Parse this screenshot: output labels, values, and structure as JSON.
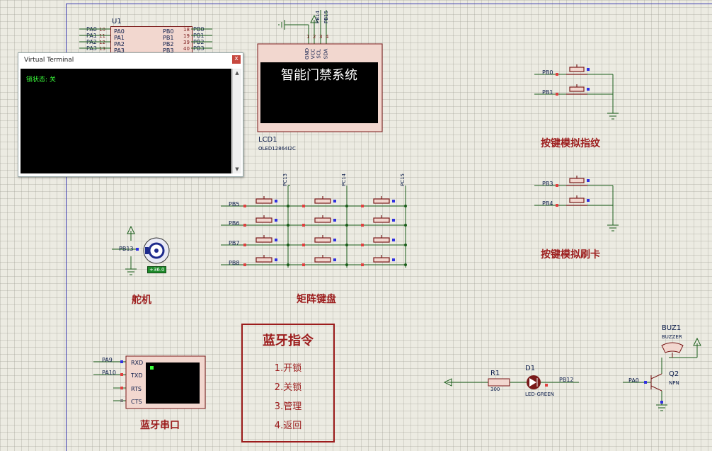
{
  "virtual_terminal": {
    "title": "Virtual Terminal",
    "close_glyph": "x",
    "content": "锁状态: 关"
  },
  "mcu": {
    "ref": "U1",
    "left_pins": [
      {
        "label": "PA0",
        "num": "10"
      },
      {
        "label": "PA1",
        "num": "11"
      },
      {
        "label": "PA2",
        "num": "12"
      },
      {
        "label": "PA3",
        "num": "13"
      }
    ],
    "inner_left": [
      "PA0",
      "PA1",
      "PA2",
      "PA3"
    ],
    "right_pins": [
      {
        "label": "PB0",
        "num": "18"
      },
      {
        "label": "PB1",
        "num": "19"
      },
      {
        "label": "PB2",
        "num": "39"
      },
      {
        "label": "PB3",
        "num": "40"
      }
    ],
    "inner_right": [
      "PB0",
      "PB1",
      "PB2",
      "PB3"
    ]
  },
  "oled": {
    "ref": "LCD1",
    "part": "OLED12864I2C",
    "pins": [
      "GND",
      "VCC",
      "SCL",
      "SDA"
    ],
    "pin_nums": [
      "1",
      "2",
      "3",
      "4"
    ],
    "top_nets": [
      "PB14",
      "PB15"
    ],
    "display_text": "智能门禁系统"
  },
  "fingerprint_buttons": {
    "nets": [
      "PB0",
      "PB1"
    ],
    "title": "按键模拟指纹"
  },
  "card_buttons": {
    "nets": [
      "PB3",
      "PB4"
    ],
    "title": "按键模拟刷卡"
  },
  "servo": {
    "net": "PB13",
    "readout": "+36.0",
    "title": "舵机"
  },
  "keypad": {
    "row_nets": [
      "PB5",
      "PB6",
      "PB7",
      "PB8"
    ],
    "col_nets": [
      "PC13",
      "PC14",
      "PC15"
    ],
    "title": "矩阵键盘"
  },
  "bt_commands": {
    "title": "蓝牙指令",
    "items": [
      "1.开锁",
      "2.关锁",
      "3.管理",
      "4.返回"
    ]
  },
  "bt_serial": {
    "nets": [
      "PA9",
      "PA10"
    ],
    "pins": [
      "RXD",
      "TXD",
      "RTS",
      "CTS"
    ],
    "title": "蓝牙串口"
  },
  "led": {
    "r_ref": "R1",
    "r_val": "300",
    "d_ref": "D1",
    "d_part": "LED-GREEN",
    "net": "PB12"
  },
  "buzzer": {
    "ref": "BUZ1",
    "part": "BUZZER",
    "q_ref": "Q2",
    "q_part": "NPN",
    "net": "PA0"
  },
  "colors": {
    "wire": "#1a5e1a",
    "component": "#7a1a1a",
    "label_red": "#9c1c1c",
    "pin_text": "#0a1b4a",
    "sheet_border": "#3a3ab0"
  }
}
